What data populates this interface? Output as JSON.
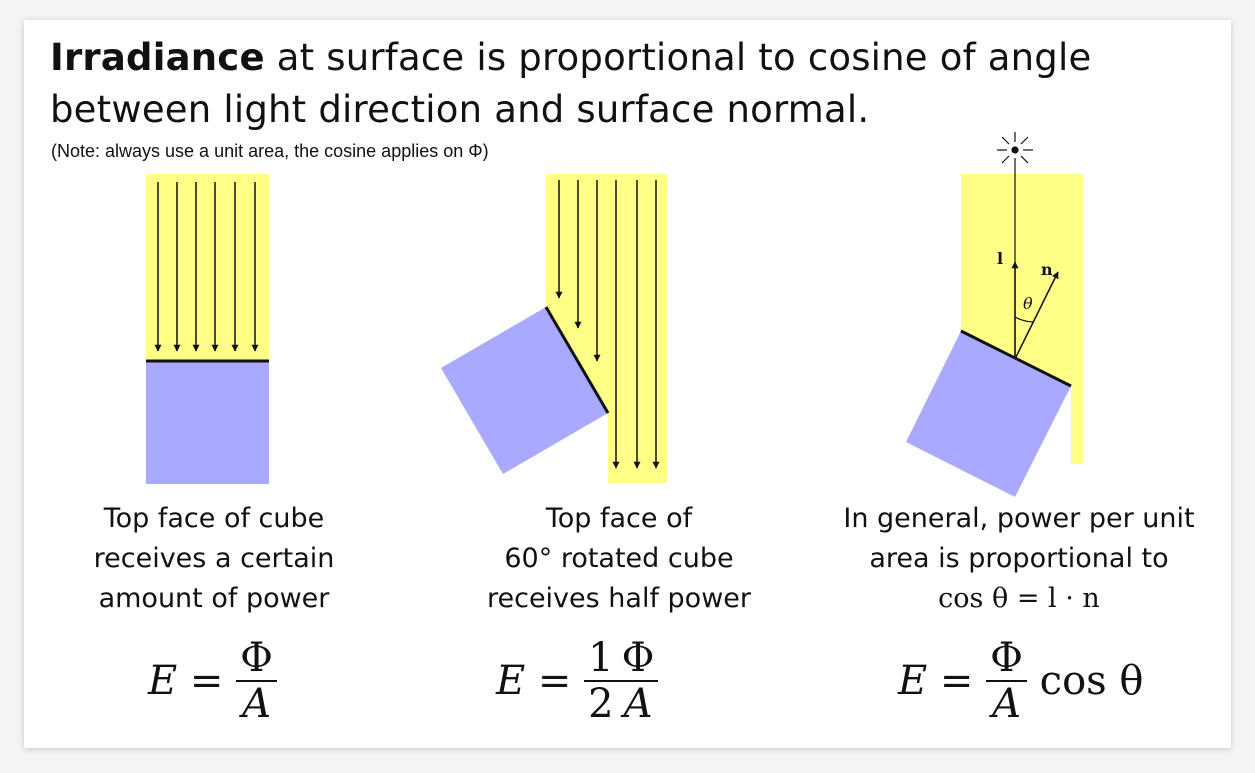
{
  "title": {
    "bold": "Irradiance",
    "rest": " at surface is proportional to cosine of angle between light direction and surface normal."
  },
  "note": "(Note: always use a unit area, the cosine applies on Φ)",
  "colors": {
    "light": "#ffff88",
    "cube": "#a9a9ff",
    "stroke": "#111111"
  },
  "diagram_labels": {
    "light_vector": "l",
    "normal_vector": "n",
    "angle": "θ"
  },
  "panels": [
    {
      "caption": [
        "Top face of cube",
        "receives a certain",
        "amount of power"
      ],
      "formula": {
        "lhs": "E",
        "eq": "=",
        "num": "Φ",
        "den": "A"
      }
    },
    {
      "caption": [
        "Top face of",
        "60° rotated cube",
        "receives half power"
      ],
      "formula": {
        "lhs": "E",
        "eq": "=",
        "coef_num": "1",
        "coef_den": "2",
        "num": "Φ",
        "den": "A"
      }
    },
    {
      "caption": [
        "In general, power per unit",
        "area is proportional to"
      ],
      "caption_math": "cos θ = l · n",
      "formula": {
        "lhs": "E",
        "eq": "=",
        "num": "Φ",
        "den": "A",
        "tail": "cos θ"
      }
    }
  ]
}
